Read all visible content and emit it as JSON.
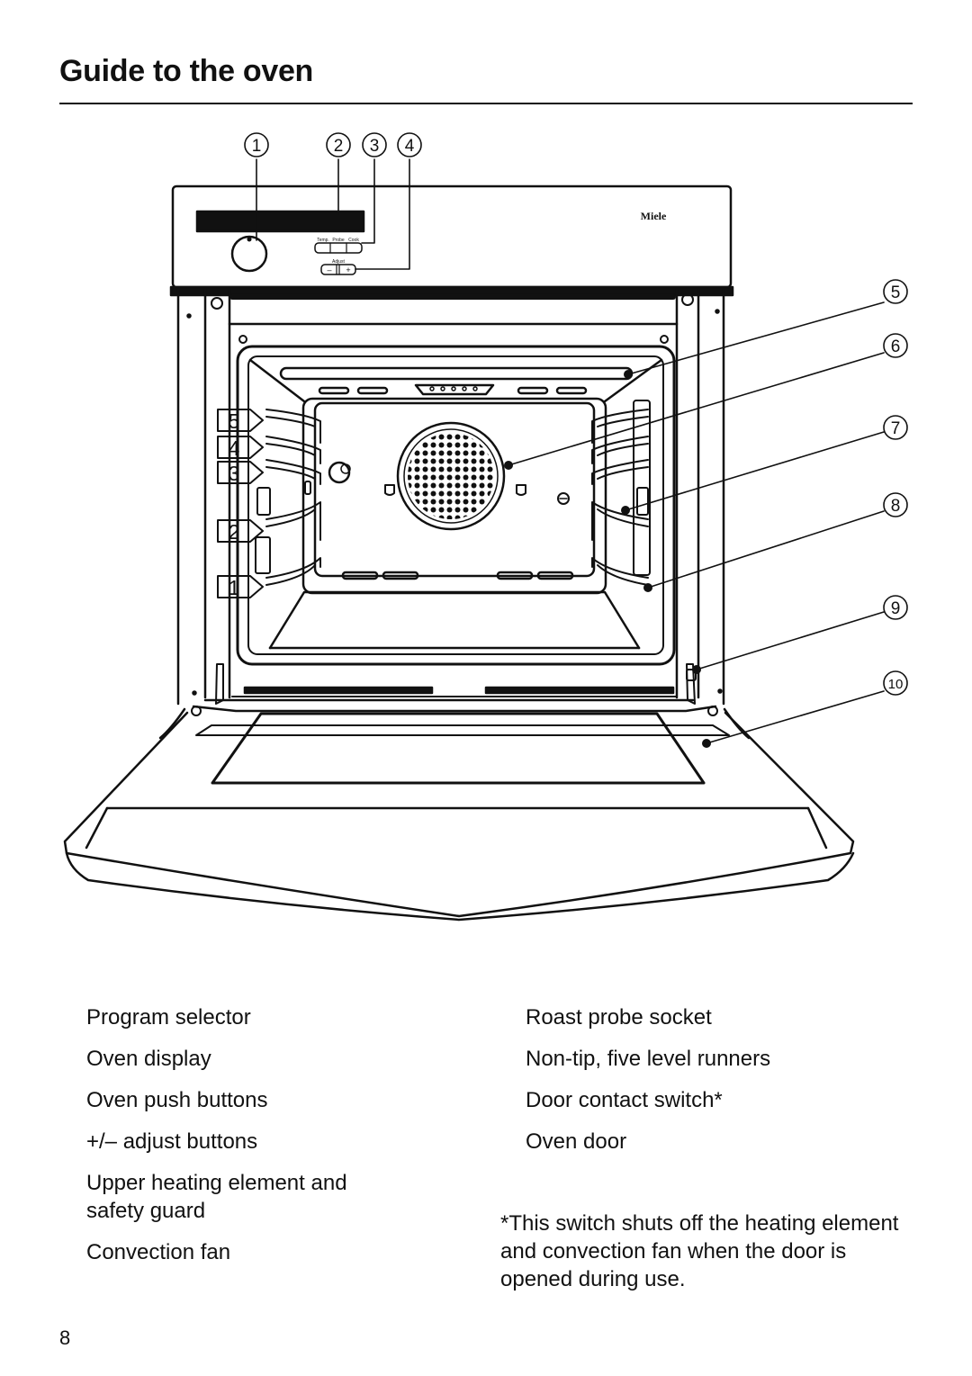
{
  "page": {
    "title": "Guide to the oven",
    "page_number": "8"
  },
  "diagram": {
    "brand": "Miele",
    "panel_labels": {
      "temp": "Temp.",
      "probe": "Probe",
      "cook": "Cook",
      "adjust": "Adjust",
      "minus": "–",
      "plus": "+"
    },
    "callouts": [
      "1",
      "2",
      "3",
      "4",
      "5",
      "6",
      "7",
      "8",
      "9",
      "10"
    ],
    "shelf_levels": [
      "5",
      "4",
      "3",
      "2",
      "1"
    ]
  },
  "legend": {
    "left": [
      "Program selector",
      "Oven display",
      "Oven push buttons",
      "+/– adjust buttons",
      "Upper heating element and safety guard",
      "Convection fan"
    ],
    "right": [
      "Roast probe socket",
      "Non-tip, five level runners",
      "Door contact switch*",
      "Oven door"
    ]
  },
  "footnote": "*This switch shuts off the heating element and convection fan when the door is opened during use."
}
